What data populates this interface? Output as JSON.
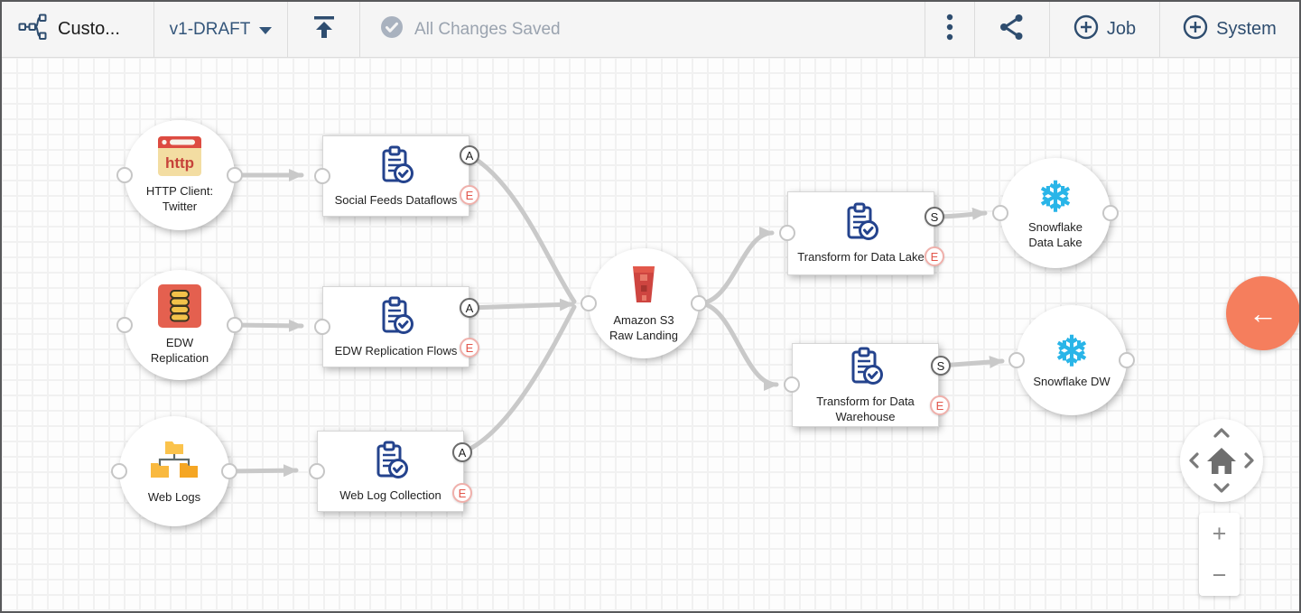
{
  "toolbar": {
    "title": "Custo...",
    "version": "v1-DRAFT",
    "status": "All Changes Saved",
    "job": "Job",
    "system": "System"
  },
  "badges": {
    "a": "A",
    "e": "E",
    "s": "S"
  },
  "icons": {
    "http_label": "http",
    "snowflake_glyph": "❄",
    "back_arrow_glyph": "←",
    "zoom_in_glyph": "+",
    "zoom_out_glyph": "−"
  },
  "colors": {
    "navy": "#2e4d6f",
    "accent_orange": "#f57e5d",
    "clipboard_blue": "#24438d",
    "snowflake_blue": "#29b5e8",
    "error_red": "#e2554a",
    "wire_gray": "#c9c9c9"
  },
  "nodes": {
    "http_twitter": {
      "line1": "HTTP Client:",
      "line2": "Twitter"
    },
    "edw_replication": {
      "line1": "EDW",
      "line2": "Replication"
    },
    "web_logs": {
      "line1": "Web Logs"
    },
    "amazon_s3": {
      "line1": "Amazon S3",
      "line2": "Raw Landing"
    },
    "snowflake_data_lake": {
      "line1": "Snowflake",
      "line2": "Data Lake"
    },
    "snowflake_dw": {
      "line1": "Snowflake DW"
    },
    "social_feeds": {
      "label": "Social Feeds Dataflows"
    },
    "edw_flows": {
      "label": "EDW Replication Flows"
    },
    "web_log_collection": {
      "label": "Web Log Collection"
    },
    "transform_data_lake": {
      "label": "Transform for Data Lake"
    },
    "transform_data_warehouse": {
      "label": "Transform for Data Warehouse"
    }
  }
}
